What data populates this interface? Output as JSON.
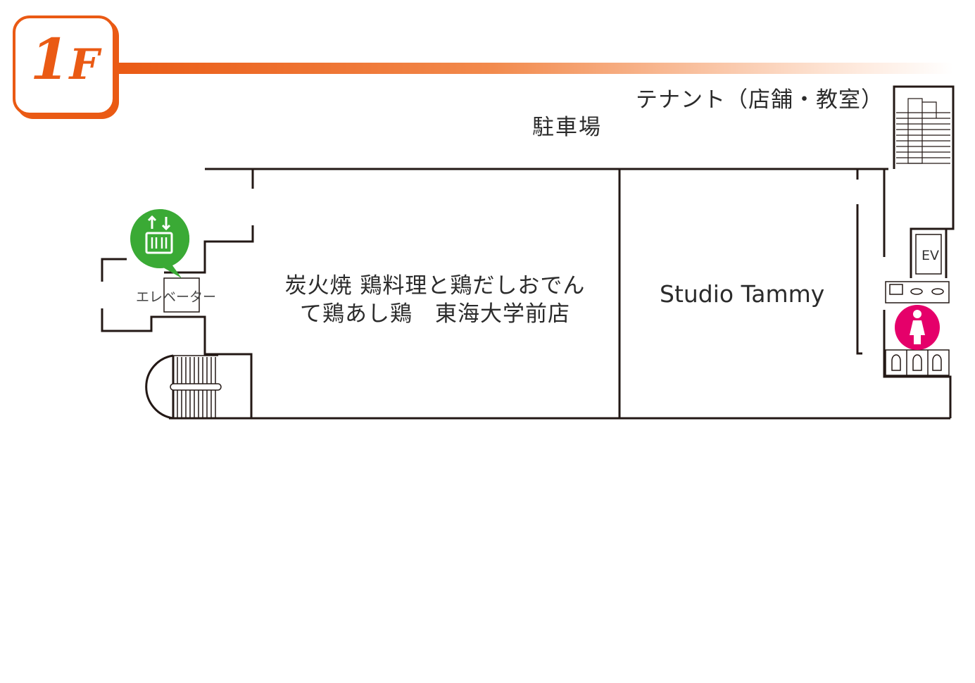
{
  "floor": {
    "number": "1",
    "letter": "F"
  },
  "labels": {
    "tenant": "テナント（店舗・教室）",
    "parking": "駐車場",
    "restaurant_line1": "炭火焼 鶏料理と鶏だしおでん",
    "restaurant_line2": "て鶏あし鶏　東海大学前店",
    "studio": "Studio Tammy",
    "elevator": "エレベーター",
    "ev": "EV"
  },
  "icons": {
    "elevator_pin": "elevator-icon",
    "restroom": "female-restroom-icon",
    "stairs": "stairs-icon"
  },
  "colors": {
    "accent_orange": "#ea5a14",
    "elevator_green": "#3aaa35",
    "restroom_pink": "#e5006a",
    "wall": "#231815"
  }
}
